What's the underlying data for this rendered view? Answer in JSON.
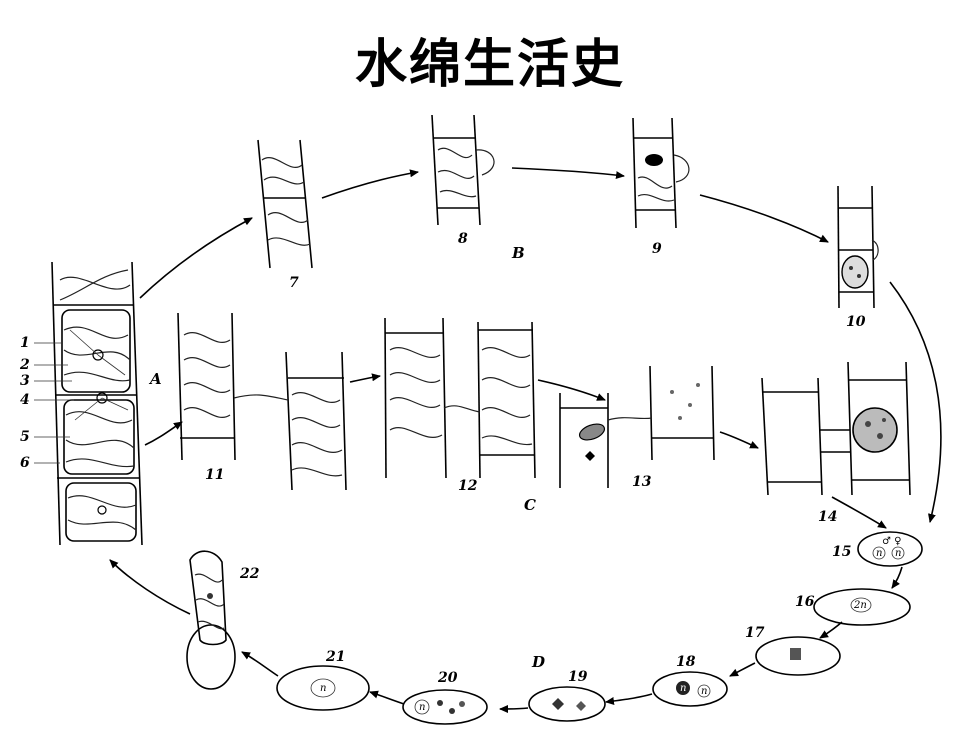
{
  "title": "水绵生活史",
  "stage_labels": {
    "A": "A",
    "B": "B",
    "C": "C",
    "D": "D"
  },
  "part_labels": [
    "1",
    "2",
    "3",
    "4",
    "5",
    "6"
  ],
  "figure_numbers": [
    "7",
    "8",
    "9",
    "10",
    "11",
    "12",
    "13",
    "14",
    "15",
    "16",
    "17",
    "18",
    "19",
    "20",
    "21",
    "22"
  ],
  "inner_labels": {
    "fig15_top": "♂ ♀",
    "fig15_left": "n",
    "fig15_right": "n",
    "fig16": "2n",
    "fig18_left": "n",
    "fig18_right": "n",
    "fig20": "n",
    "fig21": "n"
  }
}
